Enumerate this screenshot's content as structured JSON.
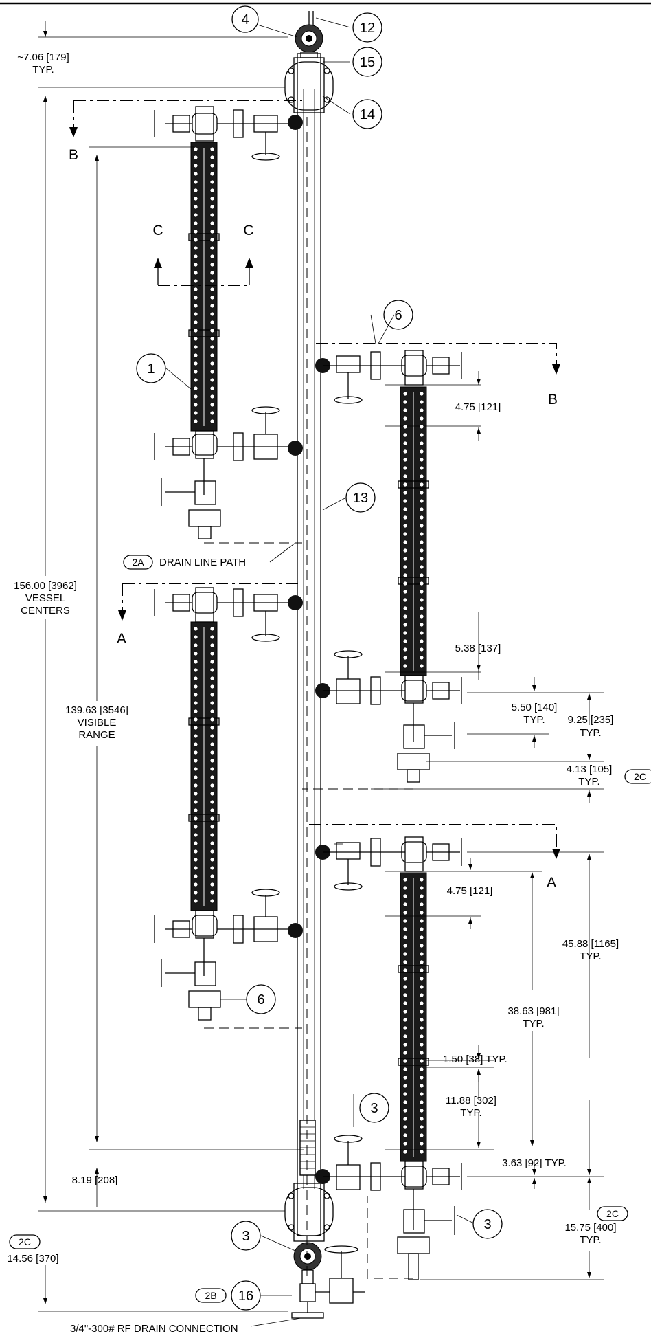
{
  "balloons": {
    "b1": "1",
    "b3a": "3",
    "b3b": "3",
    "b3c": "3",
    "b4": "4",
    "b6a": "6",
    "b6b": "6",
    "b12": "12",
    "b13": "13",
    "b14": "14",
    "b15": "15",
    "b16": "16"
  },
  "tags": {
    "t2a": "2A",
    "t2b": "2B",
    "t2c_left": "2C",
    "t2c_right_top": "2C",
    "t2c_right_bottom": "2C"
  },
  "section_letters": {
    "b_left": "B",
    "b_right": "B",
    "c_left": "C",
    "c_right": "C",
    "a_left": "A",
    "a_right": "A"
  },
  "notes": {
    "drain_line_path": "DRAIN LINE PATH",
    "drain_connection": "3/4\"-300# RF DRAIN CONNECTION"
  },
  "dimensions": {
    "top_cap": [
      "~7.06 [179]",
      "TYP."
    ],
    "vessel_centers": [
      "156.00 [3962]",
      "VESSEL",
      "CENTERS"
    ],
    "visible_range": [
      "139.63 [3546]",
      "VISIBLE",
      "RANGE"
    ],
    "bottom_offset": "8.19 [208]",
    "bottom_cap": "14.56 [370]",
    "d_475_top": "4.75 [121]",
    "d_538": "5.38 [137]",
    "d_550": [
      "5.50 [140]",
      "TYP."
    ],
    "d_925": [
      "9.25 [235]",
      "TYP."
    ],
    "d_413": [
      "4.13 [105]",
      "TYP."
    ],
    "d_475_mid": "4.75 [121]",
    "d_4588": [
      "45.88 [1165]",
      "TYP."
    ],
    "d_3863": [
      "38.63 [981]",
      "TYP."
    ],
    "d_150": "1.50 [38] TYP.",
    "d_1188": [
      "11.88 [302]",
      "TYP."
    ],
    "d_363": "3.63 [92] TYP.",
    "d_1575": [
      "15.75 [400]",
      "TYP."
    ]
  }
}
